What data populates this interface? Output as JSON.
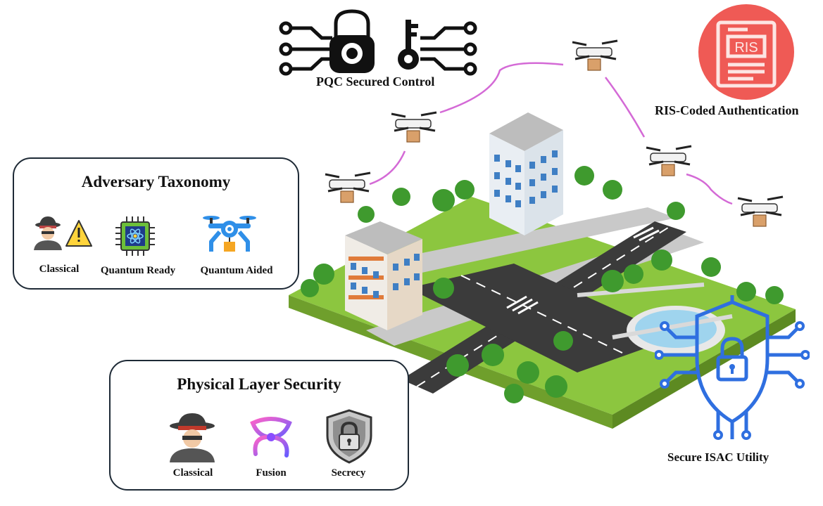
{
  "top": {
    "pqc_label": "PQC Secured Control",
    "ris_label": "RIS-Coded Authentication",
    "ris_badge": "RIS"
  },
  "adversary": {
    "title": "Adversary Taxonomy",
    "items": [
      {
        "label": "Classical",
        "icon": "spy-warning-icon"
      },
      {
        "label": "Quantum Ready",
        "icon": "quantum-chip-icon"
      },
      {
        "label": "Quantum Aided",
        "icon": "drone-icon"
      }
    ]
  },
  "physical": {
    "title": "Physical Layer Security",
    "items": [
      {
        "label": "Classical",
        "icon": "spy-icon"
      },
      {
        "label": "Fusion",
        "icon": "fusion-icon"
      },
      {
        "label": "Secrecy",
        "icon": "shield-lock-icon"
      }
    ]
  },
  "isac": {
    "label": "Secure ISAC Utility"
  },
  "colors": {
    "link": "#d46ad6",
    "accent_blue": "#2f6fe0",
    "panel_border": "#1e2a36",
    "ris_red": "#ef5a55"
  }
}
